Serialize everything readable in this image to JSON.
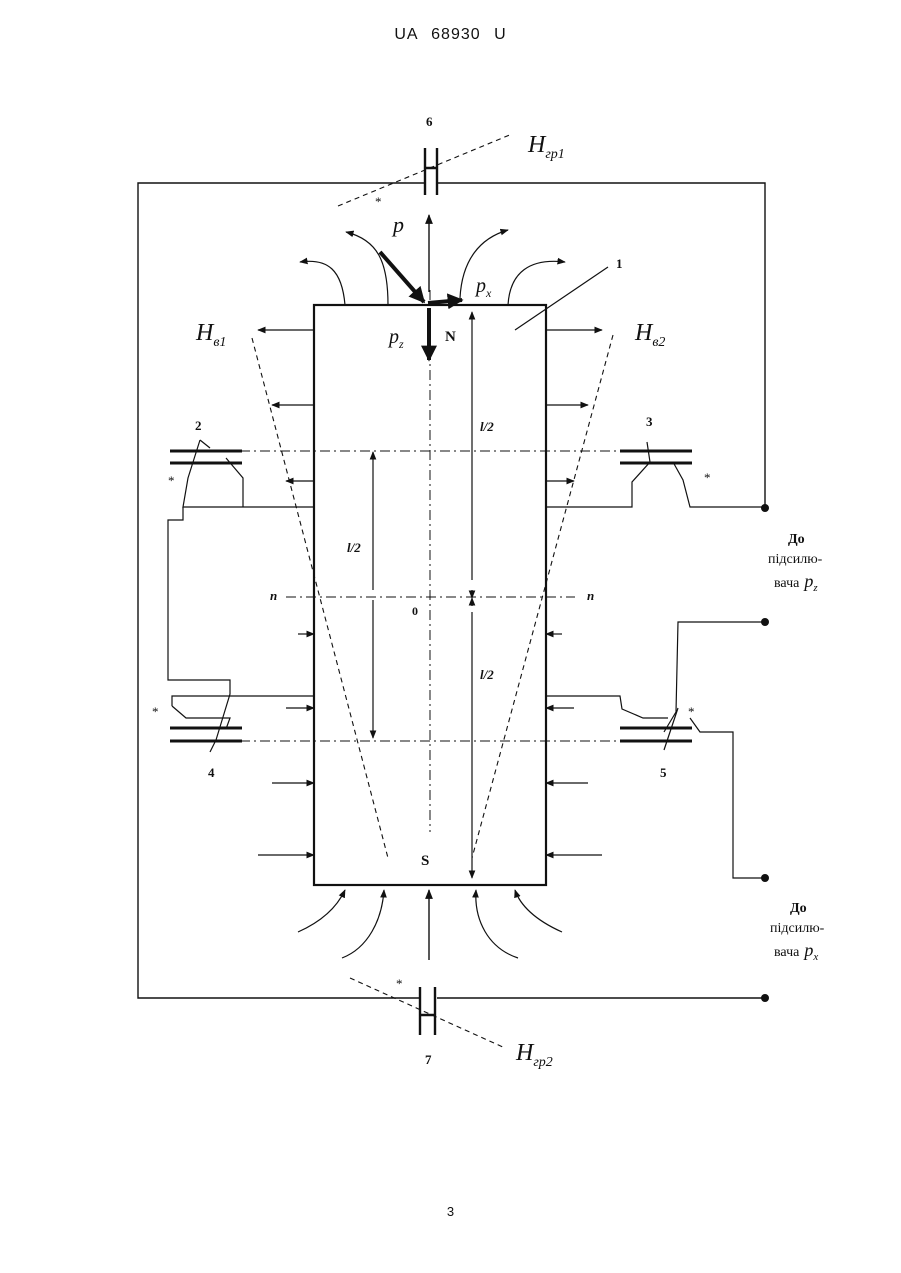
{
  "header": {
    "doc_id": "UA   68930   U"
  },
  "page_number": "3",
  "figure": {
    "component_numbers": [
      "1",
      "2",
      "3",
      "4",
      "5",
      "6",
      "7"
    ],
    "pole_north": "N",
    "pole_south": "S",
    "center": "0",
    "neutral_left": "n",
    "neutral_right": "n",
    "half_length": "l/2",
    "field_labels": {
      "h_gr1": {
        "sym": "H",
        "sub": "гр1"
      },
      "h_gr2": {
        "sym": "H",
        "sub": "гр2"
      },
      "h_v1": {
        "sym": "H",
        "sub": "в1"
      },
      "h_v2": {
        "sym": "H",
        "sub": "в2"
      }
    },
    "force_labels": {
      "p": "p",
      "px": {
        "sym": "p",
        "sub": "x"
      },
      "pz": {
        "sym": "p",
        "sub": "z"
      }
    },
    "winding_start_mark": "*",
    "outputs": [
      {
        "line1": "До",
        "line2": "підсилю-",
        "line3": "вача",
        "sym": "p",
        "sub": "z"
      },
      {
        "line1": "До",
        "line2": "підсилю-",
        "line3": "вача",
        "sym": "p",
        "sub": "x"
      }
    ]
  }
}
